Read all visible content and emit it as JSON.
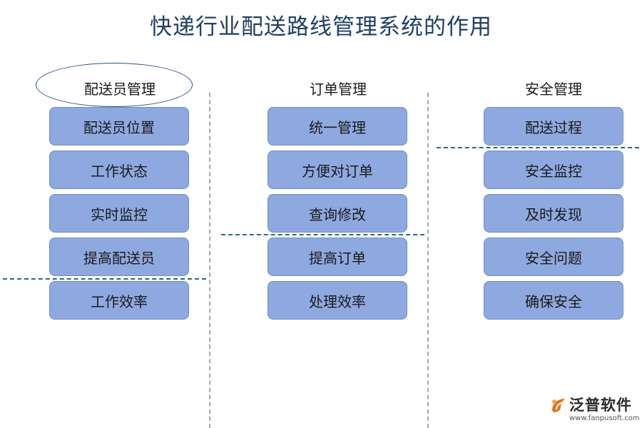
{
  "title": "快递行业配送路线管理系统的作用",
  "columns": [
    {
      "header": "配送员管理",
      "items": [
        "配送员位置",
        "工作状态",
        "实时监控",
        "提高配送员",
        "工作效率"
      ]
    },
    {
      "header": "订单管理",
      "items": [
        "统一管理",
        "方便对订单",
        "查询修改",
        "提高订单",
        "处理效率"
      ]
    },
    {
      "header": "安全管理",
      "items": [
        "配送过程",
        "安全监控",
        "及时发现",
        "安全问题",
        "确保安全"
      ]
    }
  ],
  "watermark": "泛普软件",
  "logo": {
    "icon": "fanpu-logo-icon",
    "text": "泛普软件",
    "url": "www.fanpusoft.com",
    "color": "#e8741c"
  },
  "colors": {
    "box_fill": "#8ea9e0",
    "title": "#1f3f66",
    "dashed_line": "#2a6b80"
  }
}
